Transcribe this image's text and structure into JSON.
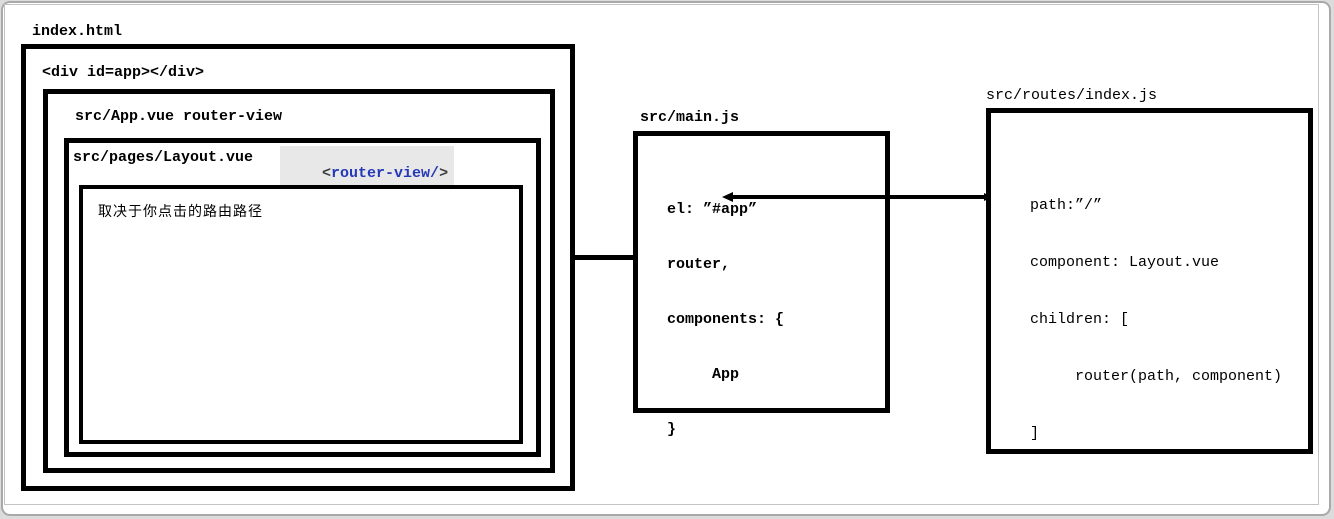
{
  "colors": {
    "accent_blue": "#2438b8",
    "chip_bg": "#e8e8e8",
    "line_black": "#000000",
    "bracket_gray": "#3c3c3c"
  },
  "index_group": {
    "title": "index.html",
    "div_tag": "<div id=app></div>",
    "app_vue_label": "src/App.vue router-view",
    "layout_label": "src/pages/Layout.vue",
    "router_view_tag": {
      "open": "<",
      "name": "router-view/",
      "close": ">"
    },
    "content_text": "取决于你点击的路由路径"
  },
  "main_js": {
    "title": "src/main.js",
    "lines": [
      "el: ”#app”",
      "router,",
      "components: {",
      "     App",
      "}"
    ]
  },
  "routes_js": {
    "title": "src/routes/index.js",
    "lines": [
      "path:”/”",
      "component: Layout.vue",
      "children: [",
      "     router(path, component)",
      "]"
    ]
  }
}
